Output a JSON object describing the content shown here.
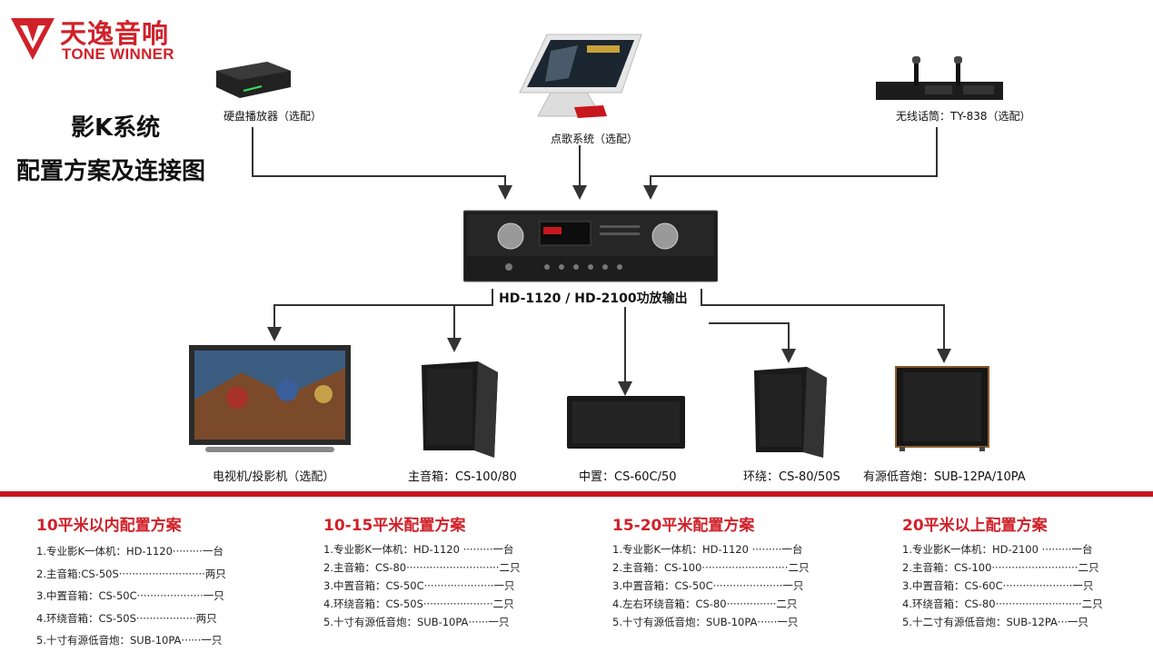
{
  "brand": {
    "cn": "天逸音响",
    "en": "TONE WINNER",
    "color": "#d0212a"
  },
  "title": {
    "line1": "影K系统",
    "line2": "配置方案及连接图"
  },
  "inputs": {
    "hdd_player": "硬盘播放器（选配）",
    "karaoke_system": "点歌系统（选配）",
    "wireless_mic": "无线话筒：TY-838（选配）"
  },
  "amplifier": {
    "label": "HD-1120 / HD-2100功放输出"
  },
  "outputs": {
    "tv": "电视机/投影机（选配）",
    "main_speaker": "主音箱：CS-100/80",
    "center": "中置：CS-60C/50",
    "surround": "环绕：CS-80/50S",
    "subwoofer": "有源低音炮：SUB-12PA/10PA"
  },
  "plans": [
    {
      "title": "10平米以内配置方案",
      "items": [
        "1.专业影K一体机：HD-1120·········一台",
        "2.主音箱:CS-50S··························两只",
        "3.中置音箱：CS-50C····················一只",
        "4.环绕音箱：CS-50S··················两只",
        "5.十寸有源低音炮：SUB-10PA······一只"
      ]
    },
    {
      "title": "10-15平米配置方案",
      "items": [
        "1.专业影K一体机：HD-1120 ·········一台",
        "2.主音箱：CS-80····························二只",
        "3.中置音箱：CS-50C·····················一只",
        "4.环绕音箱：CS-50S·····················二只",
        "5.十寸有源低音炮：SUB-10PA······一只"
      ]
    },
    {
      "title": "15-20平米配置方案",
      "items": [
        "1.专业影K一体机：HD-1120 ·········一台",
        "2.主音箱：CS-100··························二只",
        "3.中置音箱：CS-50C·····················一只",
        "4.左右环绕音箱：CS-80···············二只",
        "5.十寸有源低音炮：SUB-10PA······一只"
      ]
    },
    {
      "title": "20平米以上配置方案",
      "items": [
        "1.专业影K一体机：HD-2100 ·········一台",
        "2.主音箱：CS-100··························二只",
        "3.中置音箱：CS-60C·····················一只",
        "4.环绕音箱：CS-80··························二只",
        "5.十二寸有源低音炮：SUB-12PA···一只"
      ]
    }
  ]
}
